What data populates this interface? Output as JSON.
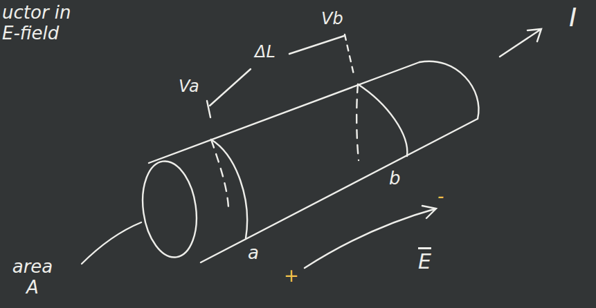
{
  "diagram": {
    "title": "uctor in E-field",
    "labels": [
      "Va",
      "ΔL",
      "Vb",
      "I",
      "a",
      "b",
      "area A",
      "+",
      "-",
      "E"
    ]
  }
}
